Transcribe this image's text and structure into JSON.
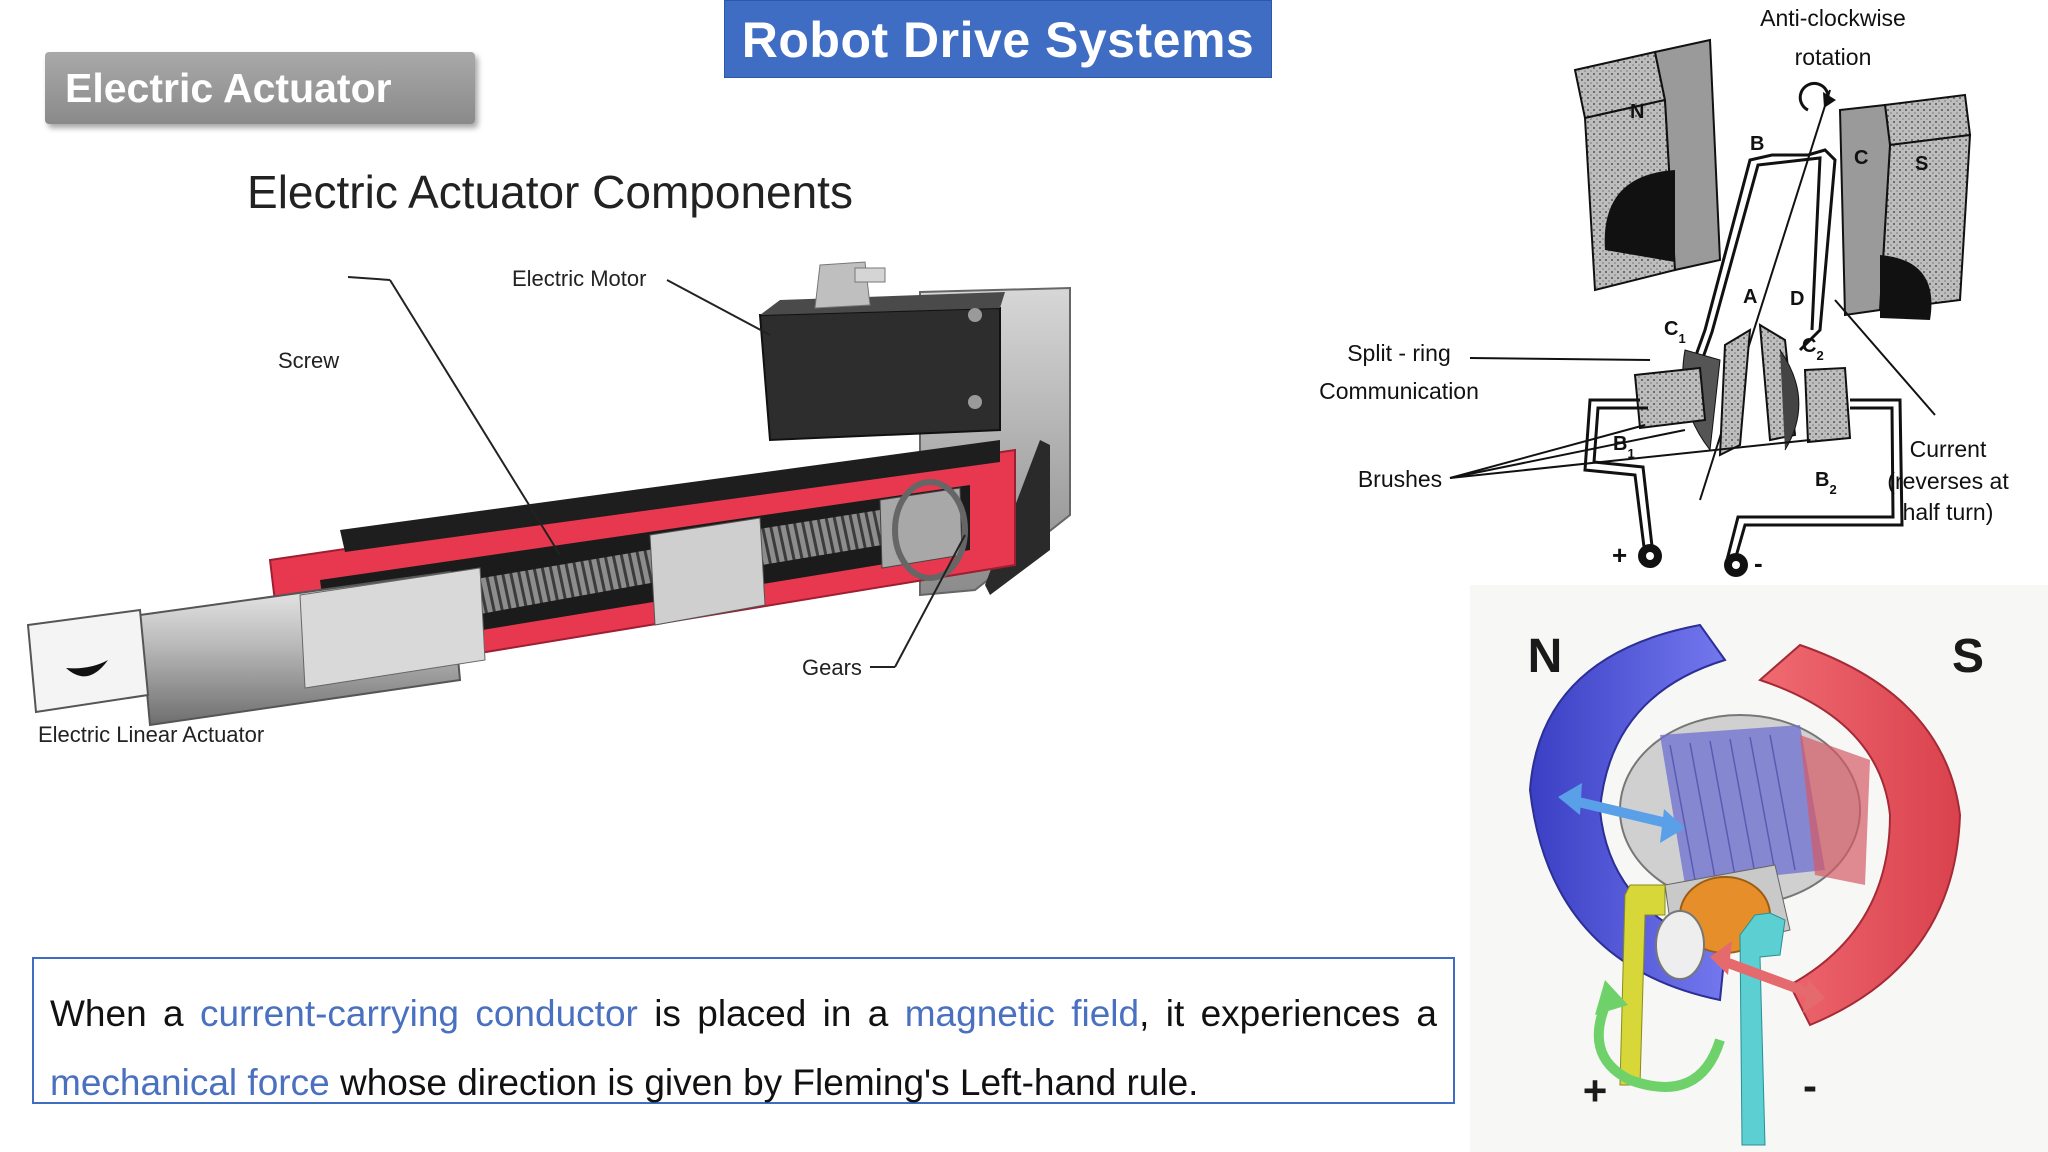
{
  "title": "Robot Drive Systems",
  "section_badge": "Electric Actuator",
  "actuator_diagram": {
    "heading": "Electric Actuator Components",
    "labels": {
      "motor": "Electric Motor",
      "screw": "Screw",
      "gears": "Gears",
      "caption": "Electric Linear Actuator"
    }
  },
  "dc_motor_diagram": {
    "rotation_line1": "Anti-clockwise",
    "rotation_line2": "rotation",
    "split_ring_line1": "Split - ring",
    "split_ring_line2": "Communication",
    "brushes": "Brushes",
    "current_line1": "Current",
    "current_line2": "(reverses at",
    "current_line3": "half turn)",
    "pole_n": "N",
    "pole_s": "S",
    "point_a": "A",
    "point_b": "B",
    "point_c": "C",
    "point_d": "D",
    "point_c1": "C",
    "point_c1_sub": "1",
    "point_c2": "C",
    "point_c2_sub": "2",
    "point_b1": "B",
    "point_b1_sub": "1",
    "point_b2": "B",
    "point_b2_sub": "2",
    "terminal_plus": "+",
    "terminal_minus": "-"
  },
  "motor_3d_diagram": {
    "pole_n": "N",
    "pole_s": "S",
    "terminal_plus": "+",
    "terminal_minus": "-"
  },
  "info_text": {
    "p1": "When a ",
    "h1": "current-carrying conductor",
    "p2": " is placed in a ",
    "h2": "magnetic field",
    "p3": ", it experiences a ",
    "h3": "mechanical force",
    "p4": " whose direction is given by Fleming's Left-hand rule."
  },
  "colors": {
    "title_bg": "#3f6dc4",
    "highlight": "#4a70c0",
    "actuator_red": "#e8384f",
    "pole_blue": "#4a55d6",
    "pole_red": "#e8555e"
  }
}
